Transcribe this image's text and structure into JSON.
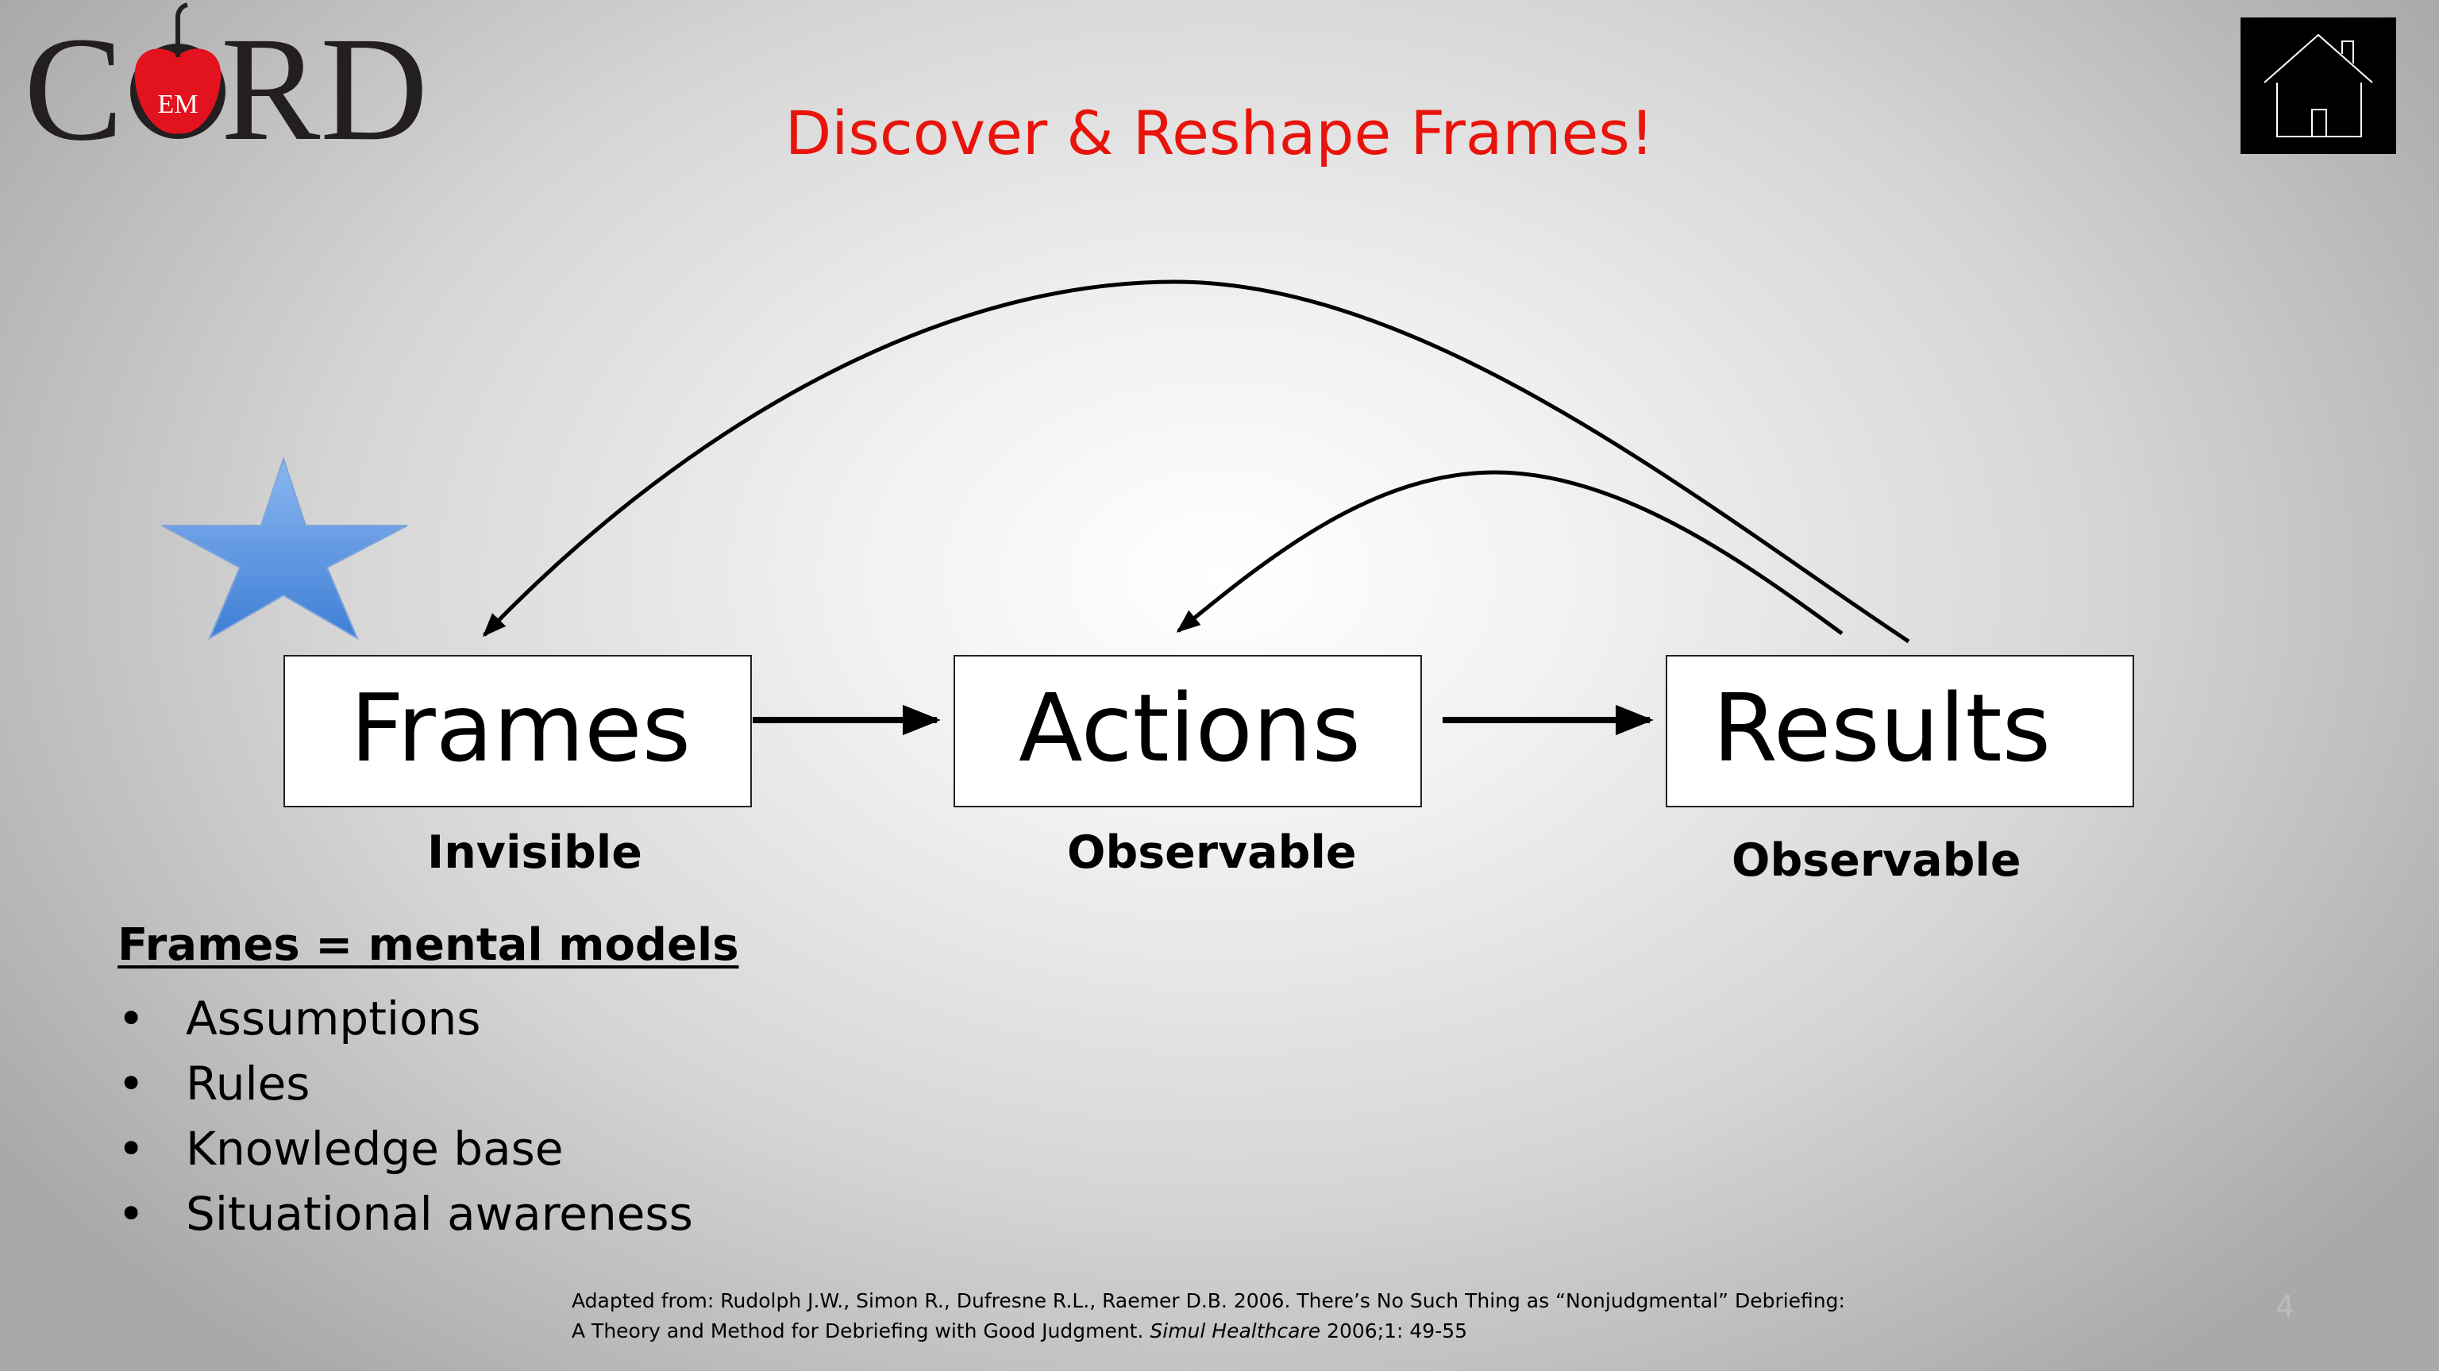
{
  "logo": {
    "text_left": "C",
    "text_right": "RD",
    "apple_text": "EM"
  },
  "title": "Discover & Reshape Frames!",
  "boxes": [
    {
      "label": "Frames",
      "caption": "Invisible"
    },
    {
      "label": "Actions",
      "caption": "Observable"
    },
    {
      "label": "Results",
      "caption": "Observable"
    }
  ],
  "frames_heading": "Frames = mental models",
  "bullets": [
    "Assumptions",
    "Rules",
    "Knowledge base",
    "Situational awareness"
  ],
  "citation": {
    "line1": "Adapted from: Rudolph J.W., Simon R., Dufresne R.L., Raemer D.B. 2006. There’s No Such Thing as “Nonjudgmental” Debriefing:",
    "line2_text": "A Theory and Method for Debriefing with Good Judgment. ",
    "line2_journal": "Simul Healthcare",
    "line2_end": " 2006;1: 49-55"
  },
  "page_number": "4",
  "icons": {
    "home": "home-icon",
    "star": "star-icon",
    "logo_apple": "apple-icon"
  },
  "colors": {
    "title": "#e8140c",
    "star": "#4f8ede",
    "apple": "#e3121f",
    "logo_text": "#231f20"
  }
}
